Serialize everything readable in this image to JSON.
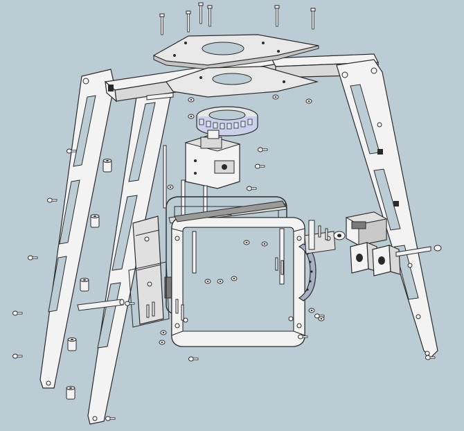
{
  "drawing": {
    "background_color": "#bcccd5",
    "part_fill": "#f3f3f3",
    "shade_fill": "#d9d9d9",
    "dark_fill": "#9a9a9a",
    "line_color": "#2a2a2a",
    "bearing_fill": "#c9d2ea",
    "parts": [
      "left-front-leg",
      "left-rear-leg",
      "right-leg",
      "top-crossbar",
      "top-mount-plate",
      "lower-mount-plate",
      "bearing-ring",
      "tilt-bracket",
      "camera-cage",
      "side-frame",
      "pan-gear",
      "servo-motor",
      "servo-brackets",
      "standoffs",
      "screws"
    ]
  }
}
